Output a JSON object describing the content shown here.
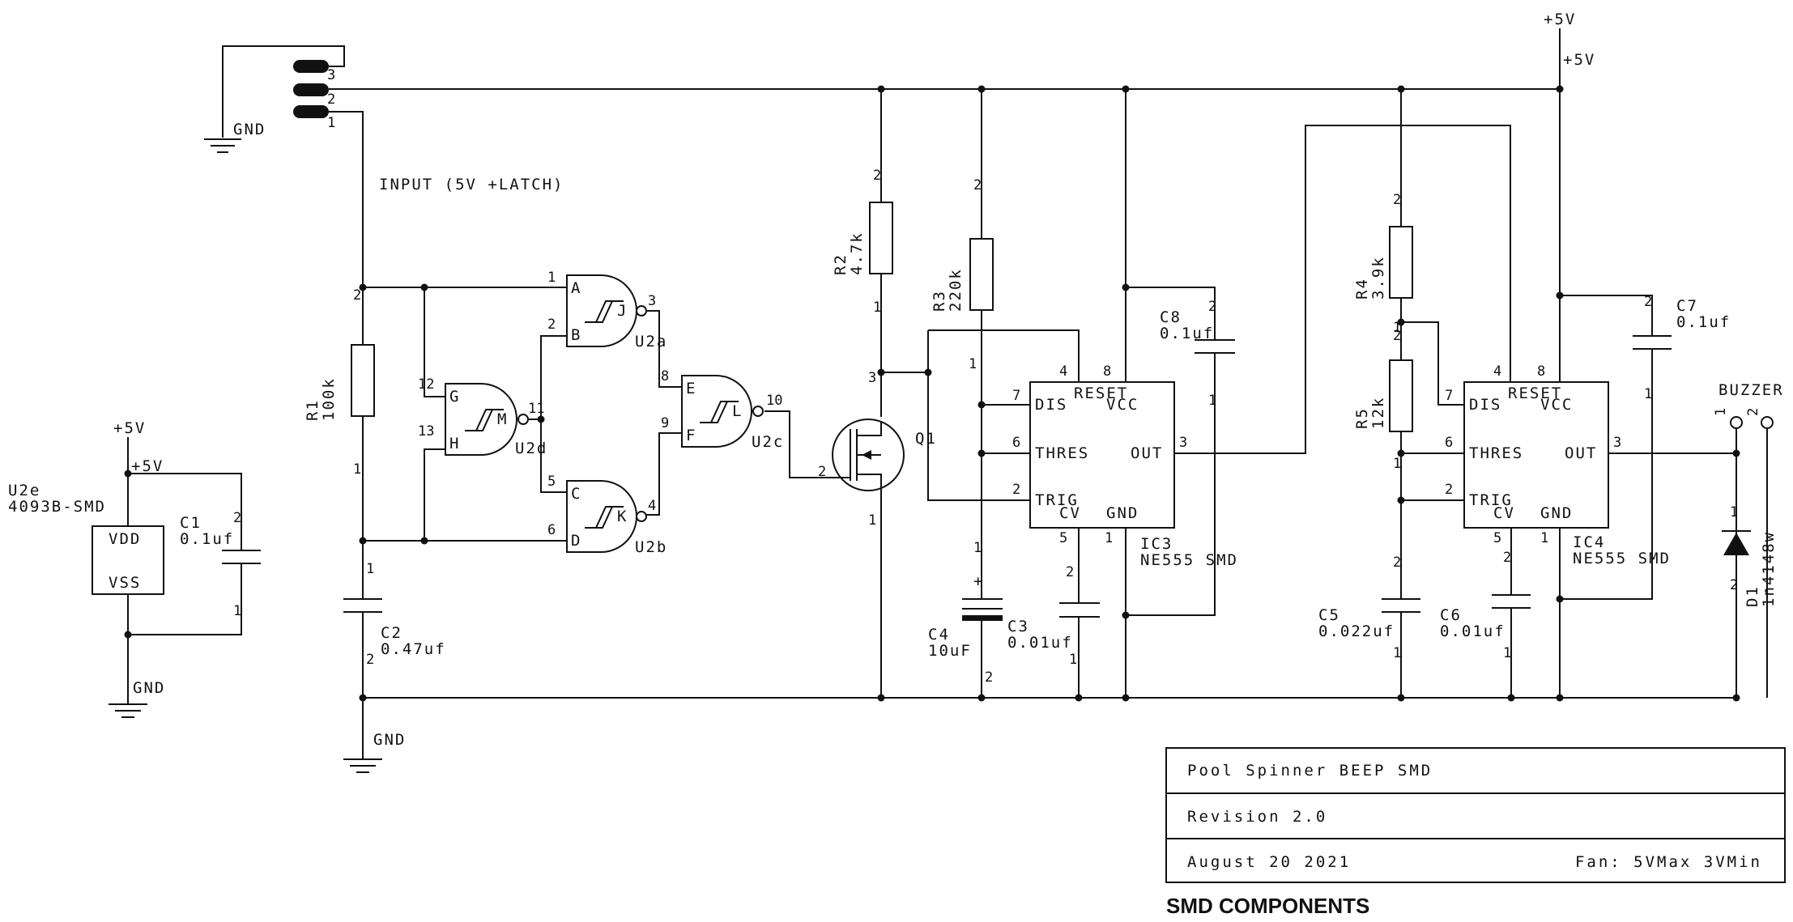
{
  "connector": {
    "pins": [
      "3",
      "2",
      "1"
    ],
    "gnd_label": "GND",
    "input_label": "INPUT (5V +LATCH)"
  },
  "supply": {
    "top_label": "+5V",
    "rail_label": "+5V",
    "u2e_label": "+5V",
    "u2e_top": "+5V"
  },
  "resistors": {
    "r1": {
      "ref": "R1",
      "value": "100k"
    },
    "r2": {
      "ref": "R2",
      "value": "4.7k"
    },
    "r3": {
      "ref": "R3",
      "value": "220k"
    },
    "r4": {
      "ref": "R4",
      "value": "3.9k"
    },
    "r5": {
      "ref": "R5",
      "value": "12k"
    }
  },
  "capacitors": {
    "c1": {
      "ref": "C1",
      "value": "0.1uf"
    },
    "c2": {
      "ref": "C2",
      "value": "0.47uf"
    },
    "c3": {
      "ref": "C3",
      "value": "0.01uf"
    },
    "c4": {
      "ref": "C4",
      "value": "10uF"
    },
    "c5": {
      "ref": "C5",
      "value": "0.022uf"
    },
    "c6": {
      "ref": "C6",
      "value": "0.01uf"
    },
    "c7": {
      "ref": "C7",
      "value": "0.1uf"
    },
    "c8": {
      "ref": "C8",
      "value": "0.1uf"
    }
  },
  "gates": {
    "u2a": {
      "ref": "U2a",
      "in1": "A",
      "in2": "B",
      "name": "J"
    },
    "u2b": {
      "ref": "U2b",
      "in1": "C",
      "in2": "D",
      "name": "K"
    },
    "u2c": {
      "ref": "U2c",
      "in1": "E",
      "in2": "F",
      "name": "L"
    },
    "u2d": {
      "ref": "U2d",
      "in1": "G",
      "in2": "H",
      "name": "M"
    },
    "u2e": {
      "ref": "U2e",
      "part": "4093B-SMD",
      "vdd": "VDD",
      "vss": "VSS",
      "gnd": "GND"
    }
  },
  "transistor": {
    "ref": "Q1"
  },
  "timers": {
    "ic3": {
      "ref": "IC3",
      "part": "NE555 SMD"
    },
    "ic4": {
      "ref": "IC4",
      "part": "NE555 SMD"
    },
    "pins": {
      "reset": "RESET",
      "vcc": "VCC",
      "dis": "DIS",
      "thres": "THRES",
      "trig": "TRIG",
      "cv": "CV",
      "gnd": "GND",
      "out": "OUT"
    }
  },
  "diode": {
    "ref": "D1",
    "value": "1n4148w"
  },
  "buzzer": {
    "label": "BUZZER",
    "pin1": "1",
    "pin2": "2"
  },
  "ground_label": "GND",
  "title_block": {
    "title": "Pool Spinner BEEP SMD",
    "revision": "Revision 2.0",
    "date": "August 20 2021",
    "fan": "Fan: 5VMax 3VMin",
    "note": "SMD COMPONENTS"
  }
}
